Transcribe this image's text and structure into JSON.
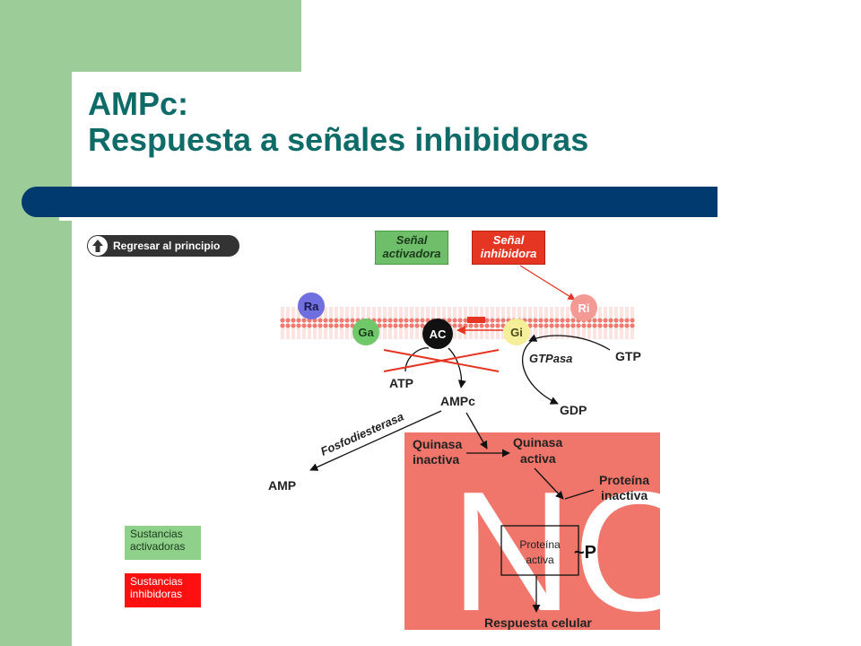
{
  "title": {
    "line1": "AMPc:",
    "line2": "Respuesta a señales inhibidoras"
  },
  "back_button": {
    "label": "Regresar al principio",
    "icon": "arrow-up-icon"
  },
  "signals": {
    "activadora_line1": "Señal",
    "activadora_line2": "activadora",
    "inhibidora_line1": "Señal",
    "inhibidora_line2": "inhibidora"
  },
  "membrane": {
    "ra": "Ra",
    "ga": "Ga",
    "ac": "AC",
    "gi": "Gi",
    "ri": "Ri"
  },
  "labels": {
    "gtpasa": "GTPasa",
    "gtp": "GTP",
    "gdp": "GDP",
    "atp": "ATP",
    "ampc": "AMPc",
    "fosfodiesterasa": "Fosfodiesterasa",
    "amp": "AMP",
    "quinasa_inactiva_1": "Quinasa",
    "quinasa_inactiva_2": "inactiva",
    "quinasa_activa_1": "Quinasa",
    "quinasa_activa_2": "activa",
    "proteina_inactiva_1": "Proteína",
    "proteina_inactiva_2": "inactiva",
    "proteina_activa_1": "Proteína",
    "proteina_activa_2": "activa",
    "phosphate": "~P",
    "no": "NO",
    "respuesta": "Respuesta celular"
  },
  "legend": {
    "activadoras_1": "Sustancias",
    "activadoras_2": "activadoras",
    "inhibidoras_1": "Sustancias",
    "inhibidoras_2": "inhibidoras"
  },
  "colors": {
    "title": "#0f6b68",
    "side_green": "#9ccc98",
    "bar_blue": "#003a6e",
    "no_box": "#f0766b",
    "inhibit_red": "#e53523",
    "ra": "#6f6fe0",
    "ga": "#6fc86a",
    "gi": "#f5ef9a",
    "ri": "#f49a94"
  }
}
